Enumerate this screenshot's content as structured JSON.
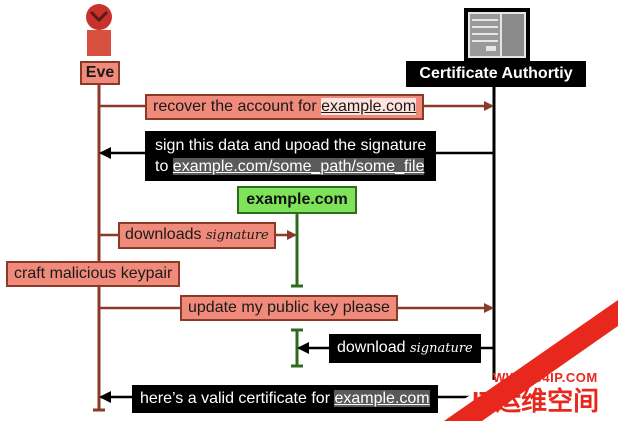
{
  "actors": {
    "eve": {
      "label": "Eve"
    },
    "ca": {
      "label": "Certificate Authortiy"
    }
  },
  "messages": {
    "m1": {
      "prefix": "recover the account for ",
      "link": "example.com"
    },
    "m2": {
      "line1": "sign this data and upoad the signature",
      "prefix": "to ",
      "link": "example.com/some_path/some_file"
    },
    "m3": {
      "label": "example.com"
    },
    "m4": {
      "text": "downloads ",
      "script": "signature"
    },
    "m5": {
      "text": "craft malicious keypair"
    },
    "m6": {
      "text": "update my public key please"
    },
    "m7": {
      "text": "download ",
      "script": "signature"
    },
    "m8": {
      "prefix": "here’s a valid certificate for ",
      "link": "example.com"
    }
  },
  "watermark": {
    "url": "WWW.94IP.COM",
    "brand": "IT运维空间"
  },
  "colors": {
    "eve": "#f08a7a",
    "eve_dark": "#8c3a28",
    "ca": "#000000",
    "green": "#7ee35b",
    "green_dark": "#2f6b1f",
    "watermark_red": "#e8281c"
  }
}
